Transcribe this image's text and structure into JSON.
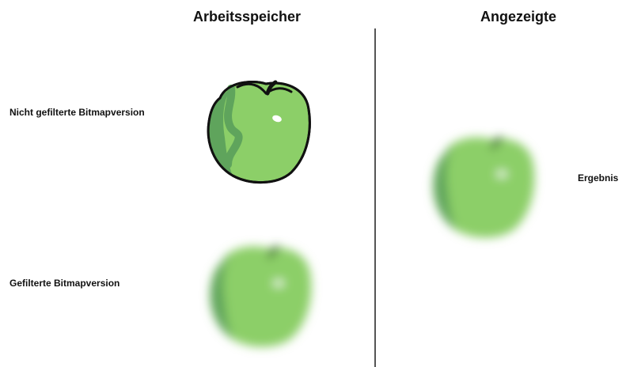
{
  "headings": {
    "left": "Arbeitsspeicher",
    "right": "Angezeigte"
  },
  "labels": {
    "unfiltered": "Nicht gefilterte Bitmapversion",
    "filtered": "Gefilterte Bitmapversion",
    "result": "Ergebnis"
  },
  "colors": {
    "apple_light": "#8ccf68",
    "apple_shade": "#5fa45c",
    "outline": "#111111",
    "highlight": "#ffffff",
    "divider": "#555555"
  },
  "icons": {
    "unfiltered_apple": "apple-sharp-illustration",
    "filtered_apple": "apple-blurred-illustration",
    "result_apple": "apple-blurred-illustration"
  }
}
